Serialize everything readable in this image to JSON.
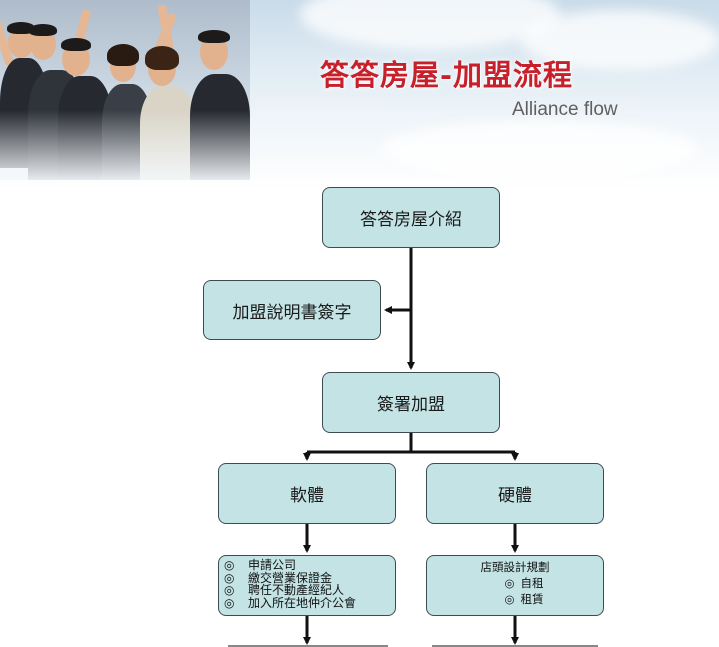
{
  "header": {
    "title": "答答房屋-加盟流程",
    "subtitle": "Alliance flow"
  },
  "flow": {
    "intro": "答答房屋介紹",
    "sign_brochure": "加盟說明書簽字",
    "sign_join": "簽署加盟",
    "software": {
      "label": "軟體",
      "items": [
        "申請公司",
        "繳交營業保證金",
        "聘任不動產經紀人",
        "加入所在地仲介公會"
      ]
    },
    "hardware": {
      "label": "硬體",
      "heading": "店頭設計規劃",
      "items": [
        "自租",
        "租賃"
      ]
    }
  },
  "colors": {
    "box_fill": "#c3e3e5",
    "box_border": "#3d4b52",
    "title_red": "#c8202a",
    "connector": "#111111"
  }
}
